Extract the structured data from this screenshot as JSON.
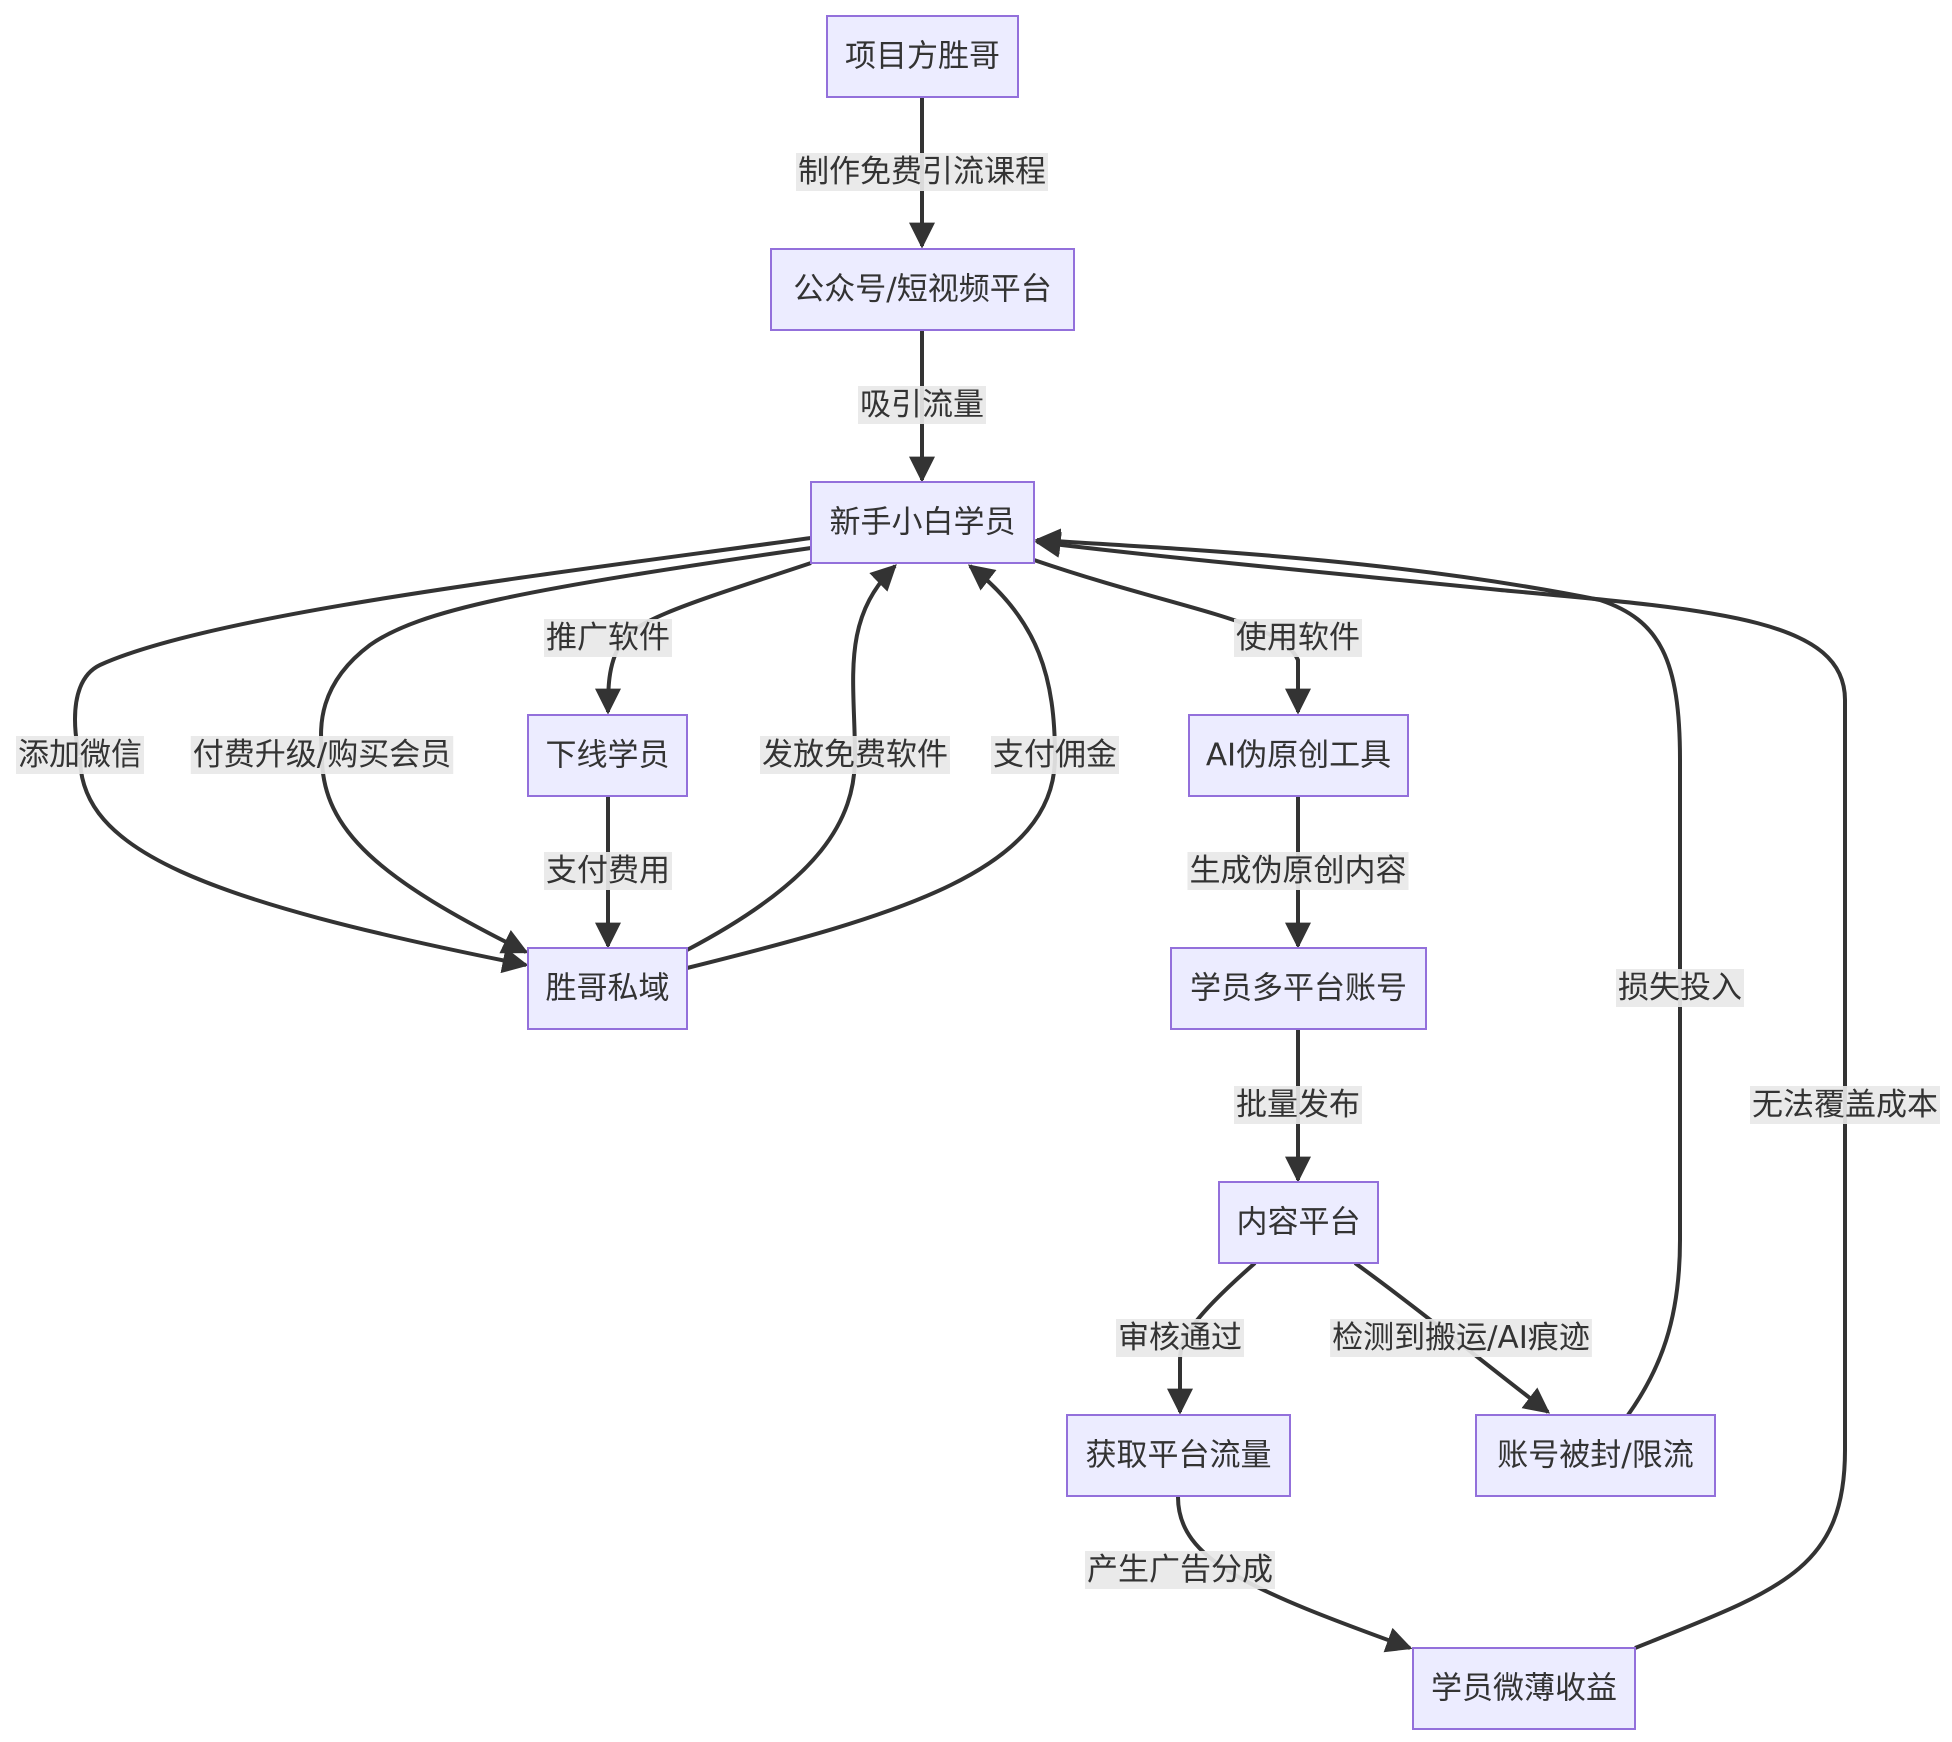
{
  "nodes": [
    {
      "id": "A",
      "label": "项目方胜哥"
    },
    {
      "id": "B",
      "label": "公众号/短视频平台"
    },
    {
      "id": "C",
      "label": "新手小白学员"
    },
    {
      "id": "D",
      "label": "下线学员"
    },
    {
      "id": "E",
      "label": "胜哥私域"
    },
    {
      "id": "F",
      "label": "AI伪原创工具"
    },
    {
      "id": "G",
      "label": "学员多平台账号"
    },
    {
      "id": "H",
      "label": "内容平台"
    },
    {
      "id": "I",
      "label": "获取平台流量"
    },
    {
      "id": "J",
      "label": "账号被封/限流"
    },
    {
      "id": "K",
      "label": "学员微薄收益"
    }
  ],
  "edges": [
    {
      "id": "e1",
      "from": "A",
      "to": "B",
      "label": "制作免费引流课程"
    },
    {
      "id": "e2",
      "from": "B",
      "to": "C",
      "label": "吸引流量"
    },
    {
      "id": "e3",
      "from": "C",
      "to": "E",
      "label": "添加微信"
    },
    {
      "id": "e4",
      "from": "C",
      "to": "E",
      "label": "付费升级/购买会员"
    },
    {
      "id": "e5",
      "from": "C",
      "to": "D",
      "label": "推广软件"
    },
    {
      "id": "e6",
      "from": "D",
      "to": "E",
      "label": "支付费用"
    },
    {
      "id": "e7",
      "from": "E",
      "to": "C",
      "label": "发放免费软件"
    },
    {
      "id": "e8",
      "from": "E",
      "to": "C",
      "label": "支付佣金"
    },
    {
      "id": "e9",
      "from": "C",
      "to": "F",
      "label": "使用软件"
    },
    {
      "id": "e10",
      "from": "F",
      "to": "G",
      "label": "生成伪原创内容"
    },
    {
      "id": "e11",
      "from": "G",
      "to": "H",
      "label": "批量发布"
    },
    {
      "id": "e12",
      "from": "H",
      "to": "I",
      "label": "审核通过"
    },
    {
      "id": "e13",
      "from": "H",
      "to": "J",
      "label": "检测到搬运/AI痕迹"
    },
    {
      "id": "e14",
      "from": "I",
      "to": "K",
      "label": "产生广告分成"
    },
    {
      "id": "e15",
      "from": "J",
      "to": "C",
      "label": "损失投入"
    },
    {
      "id": "e16",
      "from": "K",
      "to": "C",
      "label": "无法覆盖成本"
    }
  ]
}
